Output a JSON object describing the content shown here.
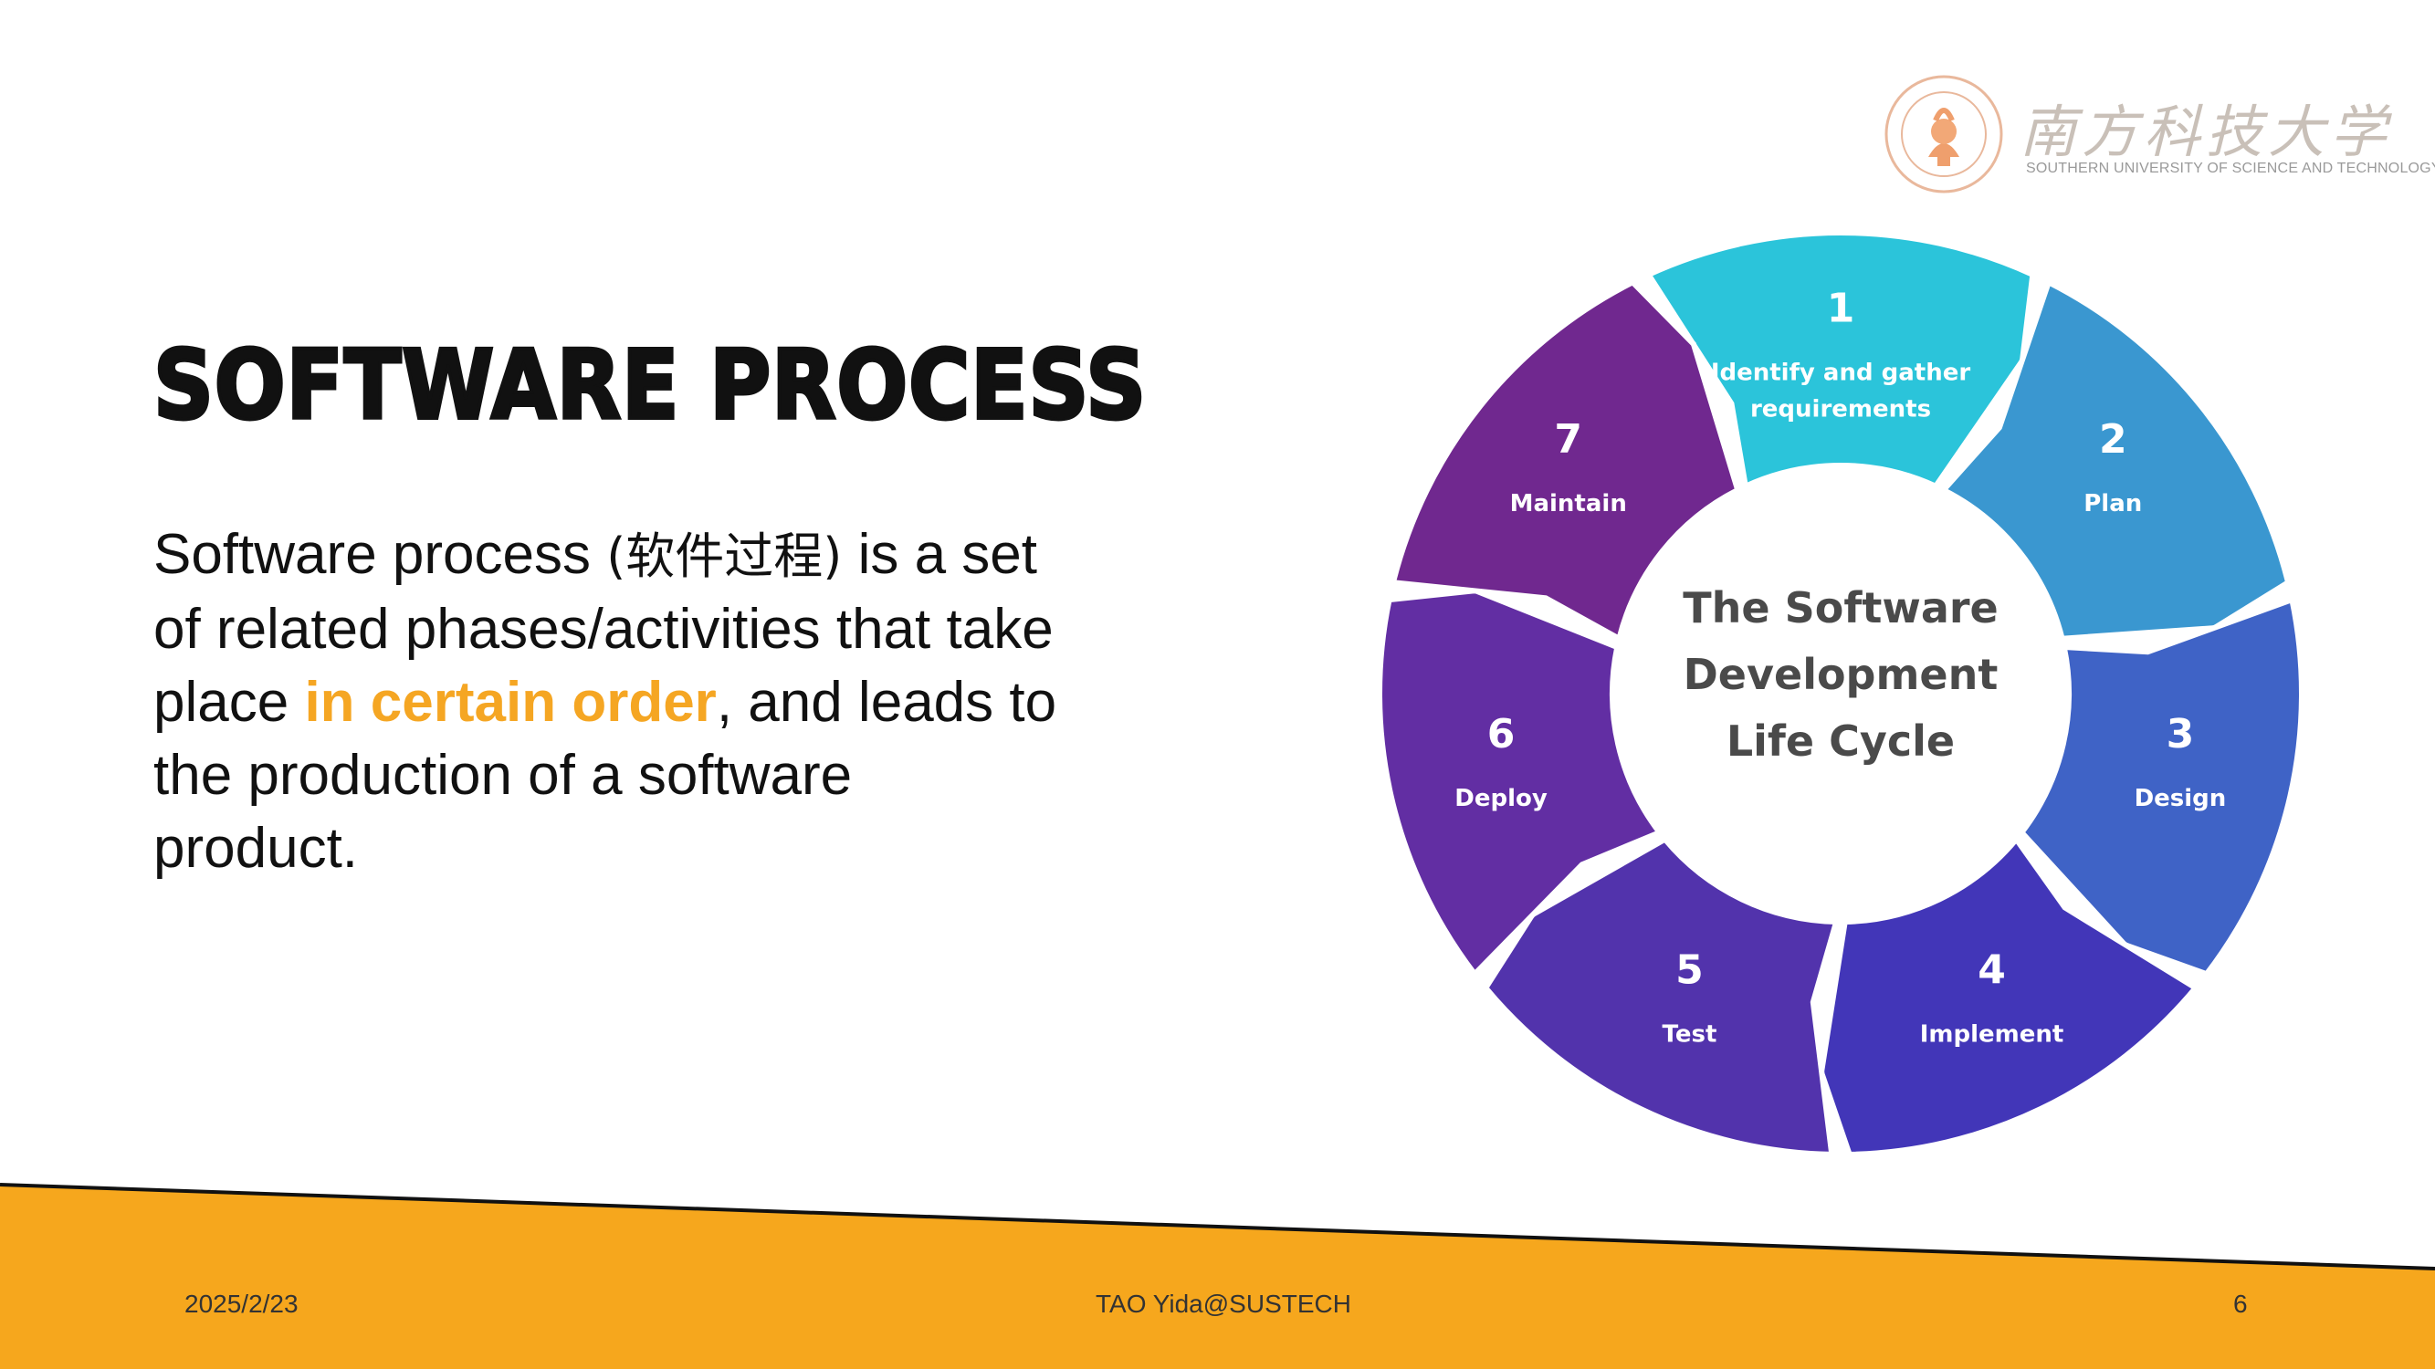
{
  "slide": {
    "title": "SOFTWARE PROCESS",
    "body_part1": "Software process ",
    "body_cn": "(软件过程)",
    "body_part2": " is a set of related phases/activities that take place ",
    "body_highlight": "in certain order",
    "body_part3": ", and leads to the production of a software product.",
    "highlight_color": "#F5A623"
  },
  "logo": {
    "cn_name": "南方科技大学",
    "en_name": "SOUTHERN UNIVERSITY OF SCIENCE AND TECHNOLOGY"
  },
  "cycle": {
    "center_line1": "The Software",
    "center_line2": "Development",
    "center_line3": "Life Cycle",
    "phases": [
      {
        "num": "1",
        "label1": "Identify and gather",
        "label2": "requirements",
        "color": "#2BC4DA"
      },
      {
        "num": "2",
        "label1": "Plan",
        "label2": "",
        "color": "#3A97D0"
      },
      {
        "num": "3",
        "label1": "Design",
        "label2": "",
        "color": "#3F63C6"
      },
      {
        "num": "4",
        "label1": "Implement",
        "label2": "",
        "color": "#4236B8"
      },
      {
        "num": "5",
        "label1": "Test",
        "label2": "",
        "color": "#5233AC"
      },
      {
        "num": "6",
        "label1": "Deploy",
        "label2": "",
        "color": "#622EA3"
      },
      {
        "num": "7",
        "label1": "Maintain",
        "label2": "",
        "color": "#70288F"
      }
    ]
  },
  "footer": {
    "date": "2025/2/23",
    "author": "TAO Yida@SUSTECH",
    "page": "6",
    "band_color": "#F6A71D"
  }
}
